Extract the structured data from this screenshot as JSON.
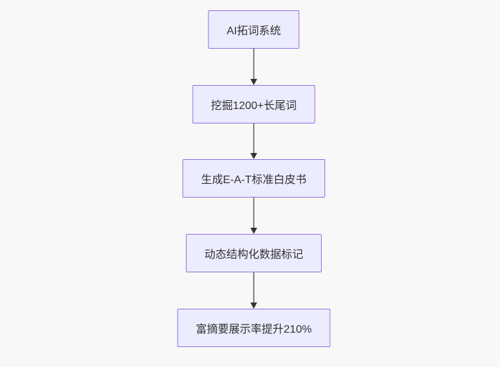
{
  "diagram": {
    "type": "flowchart",
    "direction": "top-down",
    "background_color": "#f8f8f8",
    "node_style": {
      "fill_color": "#ececff",
      "border_color": "#9370db",
      "text_color": "#333333"
    },
    "edge_style": {
      "line_color": "#828282",
      "arrowhead_color": "#333333"
    },
    "nodes": [
      {
        "id": "node-1",
        "label": "AI拓词系统"
      },
      {
        "id": "node-2",
        "label": "挖掘1200+长尾词"
      },
      {
        "id": "node-3",
        "label": "生成E-A-T标准白皮书"
      },
      {
        "id": "node-4",
        "label": "动态结构化数据标记"
      },
      {
        "id": "node-5",
        "label": "富摘要展示率提升210%"
      }
    ],
    "edges": [
      {
        "from": "AI拓词系统",
        "to": "挖掘1200+长尾词"
      },
      {
        "from": "挖掘1200+长尾词",
        "to": "生成E-A-T标准白皮书"
      },
      {
        "from": "生成E-A-T标准白皮书",
        "to": "动态结构化数据标记"
      },
      {
        "from": "动态结构化数据标记",
        "to": "富摘要展示率提升210%"
      }
    ]
  }
}
